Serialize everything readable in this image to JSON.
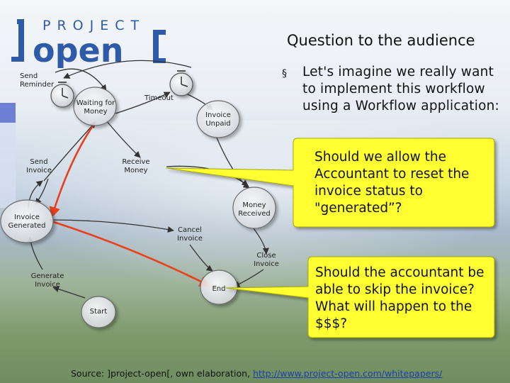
{
  "logo": {
    "line1": "PROJECT",
    "line2": "open"
  },
  "title": "Question to the audience",
  "bullet": {
    "marker": "§",
    "text": "Let's imagine we really want to implement this workflow using a Workflow application:"
  },
  "callouts": [
    {
      "text": "Should we allow the Accountant to reset the invoice status to \"generated”?"
    },
    {
      "text": "Should the accountant be able to skip the invoice? What will happen to the $$$?"
    }
  ],
  "diagram": {
    "nodes": {
      "send_reminder": "Send Reminder",
      "waiting_for_money": "Waiting for Money",
      "timeout": "Timeout",
      "invoice_unpaid": "Invoice Unpaid",
      "send_invoice": "Send Invoice",
      "receive_money": "Receive Money",
      "money_received": "Money Received",
      "invoice_generated": "Invoice Generated",
      "cancel_invoice": "Cancel Invoice",
      "close_invoice": "Close Invoice",
      "generate_invoice": "Generate Invoice",
      "end": "End",
      "start": "Start"
    }
  },
  "source": {
    "prefix": "Source: ]project-open[, own elaboration,",
    "url": "http://www.project-open.com/whitepapers/"
  },
  "colors": {
    "accent_red": "#e8401c",
    "callout_yellow": "#ffff33",
    "logo_blue": "#2f5aa8",
    "logo_orange": "#e6731e"
  }
}
